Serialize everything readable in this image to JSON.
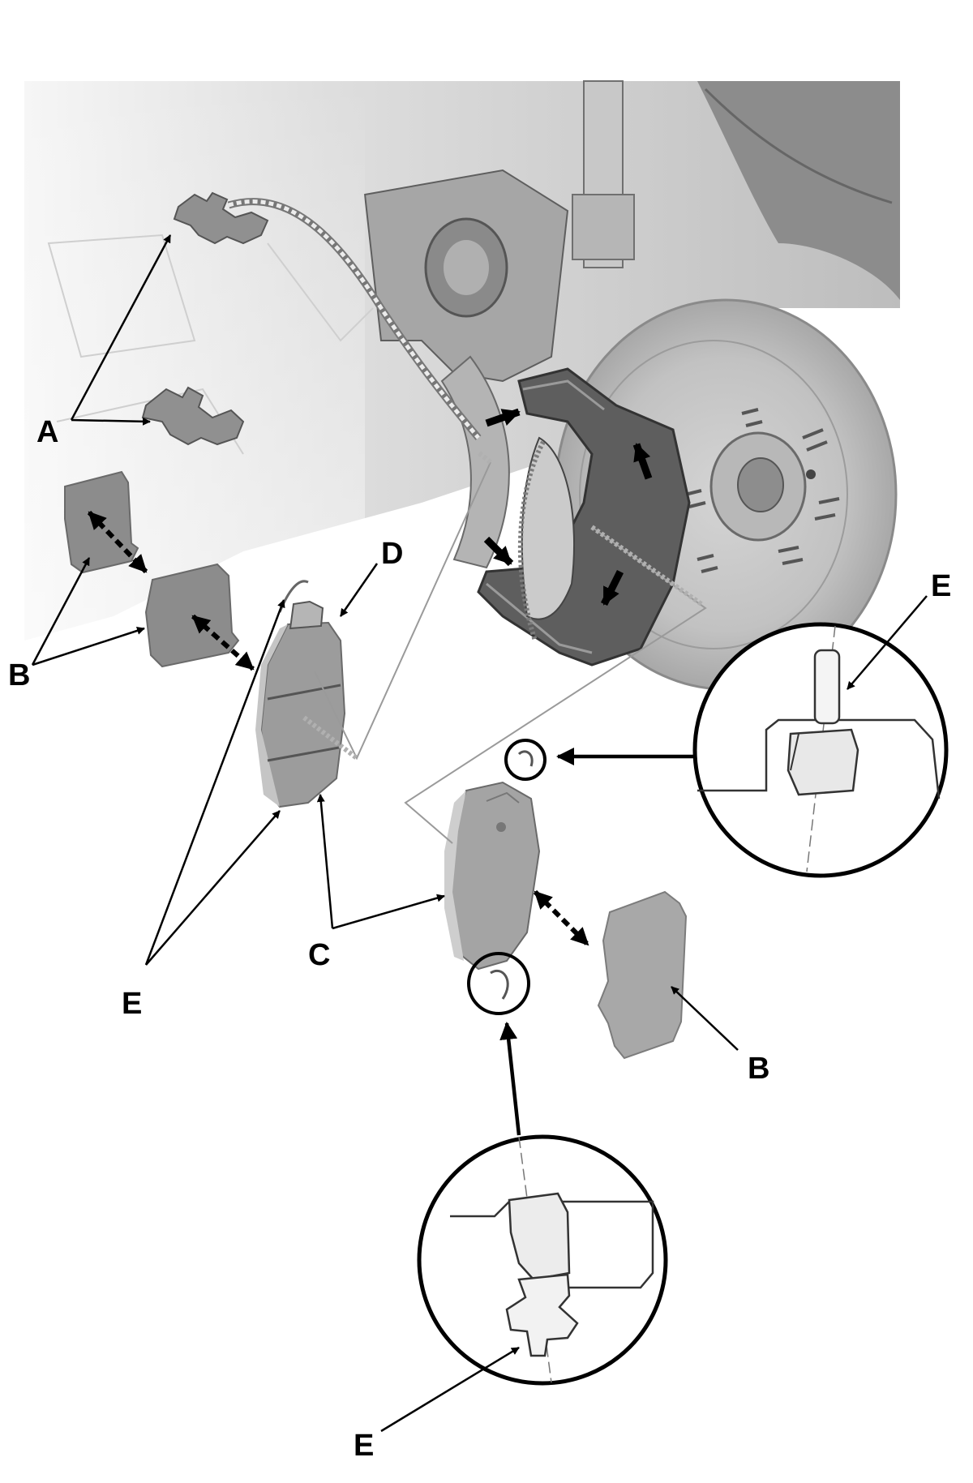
{
  "diagram": {
    "callouts": {
      "a": "A",
      "b_left": "B",
      "b_right": "B",
      "c": "C",
      "d": "D",
      "e_left": "E",
      "e_top_detail": "E",
      "e_bottom_detail": "E"
    },
    "colors": {
      "background": "#ffffff",
      "part_gray": "#9a9a9a",
      "part_light": "#c9c9c9",
      "part_dark": "#5c5c5c",
      "line": "#000000"
    }
  }
}
